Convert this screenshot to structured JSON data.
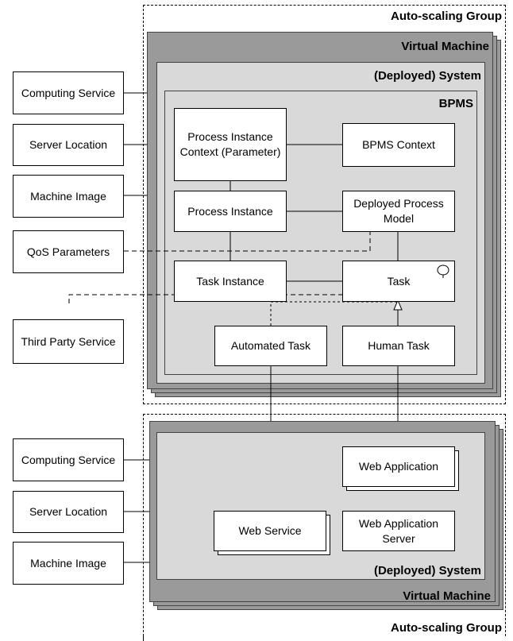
{
  "top": {
    "asg_label": "Auto-scaling Group",
    "vm_label": "Virtual Machine",
    "system_label": "(Deployed) System",
    "bpms_label": "BPMS",
    "left_boxes": [
      "Computing Service",
      "Server Location",
      "Machine Image",
      "QoS Parameters",
      "Third Party Service"
    ],
    "nodes": {
      "pic": "Process Instance Context (Parameter)",
      "bpms_context": "BPMS Context",
      "process_instance": "Process Instance",
      "deployed_model": "Deployed Process Model",
      "task_instance": "Task Instance",
      "task": "Task",
      "automated_task": "Automated Task",
      "human_task": "Human Task"
    }
  },
  "bottom": {
    "asg_label": "Auto-scaling Group",
    "vm_label": "Virtual Machine",
    "system_label": "(Deployed) System",
    "left_boxes": [
      "Computing Service",
      "Server Location",
      "Machine Image"
    ],
    "nodes": {
      "web_application": "Web Application",
      "web_service": "Web Service",
      "web_app_server": "Web Application Server"
    }
  }
}
